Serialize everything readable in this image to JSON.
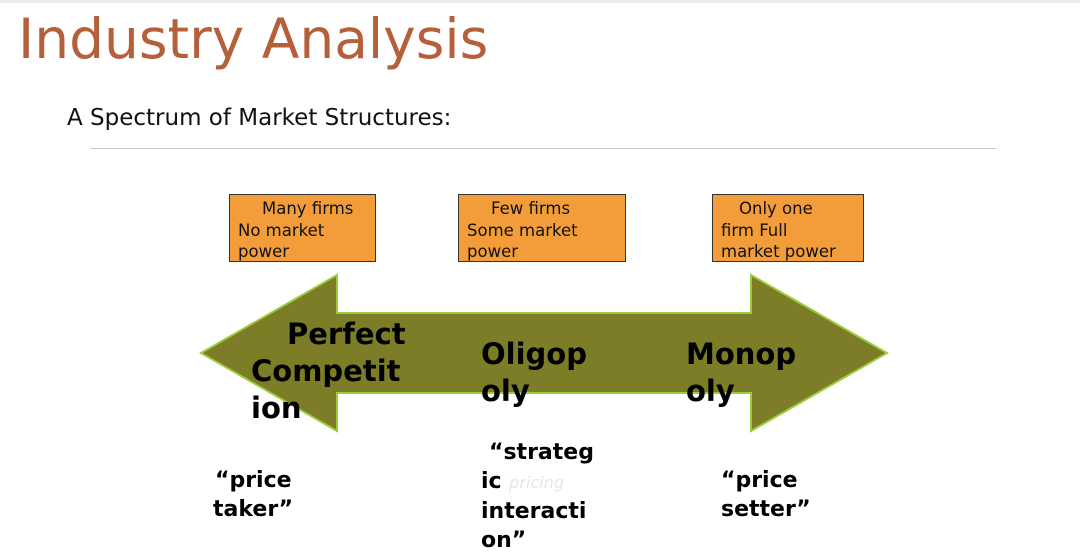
{
  "header": {
    "title": "Industry Analysis",
    "subtitle": "A Spectrum of Market Structures:"
  },
  "boxes": [
    {
      "line1": "Many firms",
      "line2": "No market",
      "line3": "power"
    },
    {
      "line1": "Few firms",
      "line2": "Some market",
      "line3": "power"
    },
    {
      "line1": "Only one",
      "line2": "firm   Full",
      "line3": "market power"
    }
  ],
  "spectrum": {
    "perfect": {
      "line1": "Perfect",
      "line2": "Competit",
      "line3": "ion"
    },
    "oligopoly": {
      "line1": "Oligop",
      "line2": "oly"
    },
    "monopoly": {
      "line1": "Monop",
      "line2": "oly"
    }
  },
  "quotes": {
    "taker": {
      "line1": "“price",
      "line2": "taker”"
    },
    "strategic": {
      "line1": "“strateg",
      "line2": "ic",
      "hidden": "pricing",
      "line3": "interacti",
      "line4": "on”"
    },
    "setter": {
      "line1": "“price",
      "line2": "setter”"
    }
  },
  "colors": {
    "title": "#b5603a",
    "box_fill": "#f29c3a",
    "arrow_fill": "#7d7d27",
    "arrow_outline": "#9ccc3c"
  }
}
